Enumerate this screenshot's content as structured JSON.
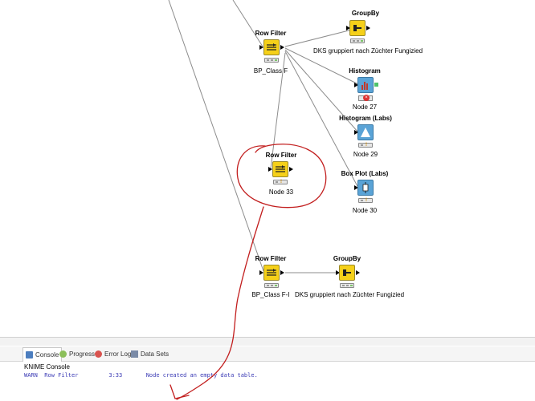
{
  "nodes": {
    "groupby_top": {
      "title": "GroupBy",
      "label": "DKS gruppiert nach Züchter Fungizied"
    },
    "rowfilter_top": {
      "title": "Row Filter",
      "label": "BP_Class F"
    },
    "histogram": {
      "title": "Histogram",
      "label": "Node 27"
    },
    "histogram_labs": {
      "title": "Histogram (Labs)",
      "label": "Node 29"
    },
    "rowfilter_mid": {
      "title": "Row Filter",
      "label": "Node 33"
    },
    "boxplot": {
      "title": "Box Plot (Labs)",
      "label": "Node 30"
    },
    "rowfilter_bottom": {
      "title": "Row Filter",
      "label": "BP_Class F-I"
    },
    "groupby_bottom": {
      "title": "GroupBy",
      "label": "DKS gruppiert nach Züchter Fungizied"
    }
  },
  "tabs": [
    {
      "label": "Console",
      "icon": "console-icon"
    },
    {
      "label": "Progress",
      "icon": "progress-icon"
    },
    {
      "label": "Error Log",
      "icon": "error-log-icon"
    },
    {
      "label": "Data Sets",
      "icon": "data-sets-icon"
    }
  ],
  "console": {
    "title": "KNIME Console",
    "line": "WARN  Row Filter         3:33       Node created an empty data table."
  },
  "colors": {
    "node_yellow": "#f5d019",
    "annotation_red": "#c21e1e",
    "console_text": "#3a3ab5"
  }
}
